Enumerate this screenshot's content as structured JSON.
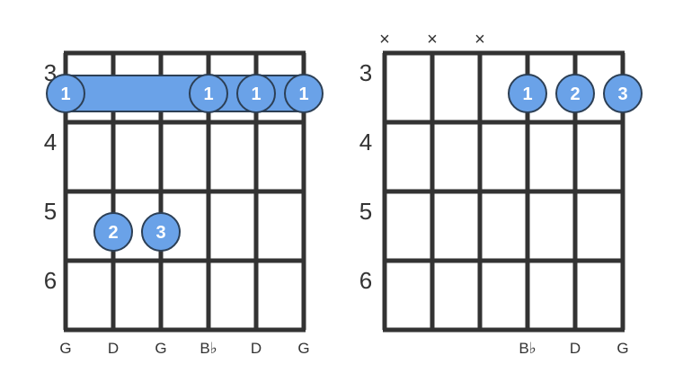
{
  "colors": {
    "background": "#ffffff",
    "grid": "#333333",
    "dot": "#6aa2e8",
    "dot_outline": "#2c3f55",
    "dot_text": "#ffffff"
  },
  "diagrams": [
    {
      "id": "left",
      "strings": [
        "G",
        "D",
        "G",
        "B♭",
        "D",
        "G"
      ],
      "string_labels": [
        "G",
        "D",
        "G",
        "B♭",
        "D",
        "G"
      ],
      "frets": [
        "3",
        "4",
        "5",
        "6"
      ],
      "markers": [],
      "barre": {
        "fret_index": 0,
        "from_string": 0,
        "to_string": 5
      },
      "dots": [
        {
          "string": 0,
          "fret_index": 0,
          "finger": "1"
        },
        {
          "string": 3,
          "fret_index": 0,
          "finger": "1"
        },
        {
          "string": 4,
          "fret_index": 0,
          "finger": "1"
        },
        {
          "string": 5,
          "fret_index": 0,
          "finger": "1"
        },
        {
          "string": 1,
          "fret_index": 2,
          "finger": "2"
        },
        {
          "string": 2,
          "fret_index": 2,
          "finger": "3"
        }
      ]
    },
    {
      "id": "right",
      "strings": [
        "",
        "",
        "",
        "B♭",
        "D",
        "G"
      ],
      "string_labels": [
        "",
        "",
        "",
        "B♭",
        "D",
        "G"
      ],
      "frets": [
        "3",
        "4",
        "5",
        "6"
      ],
      "markers": [
        "×",
        "×",
        "×",
        "",
        "",
        ""
      ],
      "barre": null,
      "dots": [
        {
          "string": 3,
          "fret_index": 0,
          "finger": "1"
        },
        {
          "string": 4,
          "fret_index": 0,
          "finger": "2"
        },
        {
          "string": 5,
          "fret_index": 0,
          "finger": "3"
        }
      ]
    }
  ]
}
